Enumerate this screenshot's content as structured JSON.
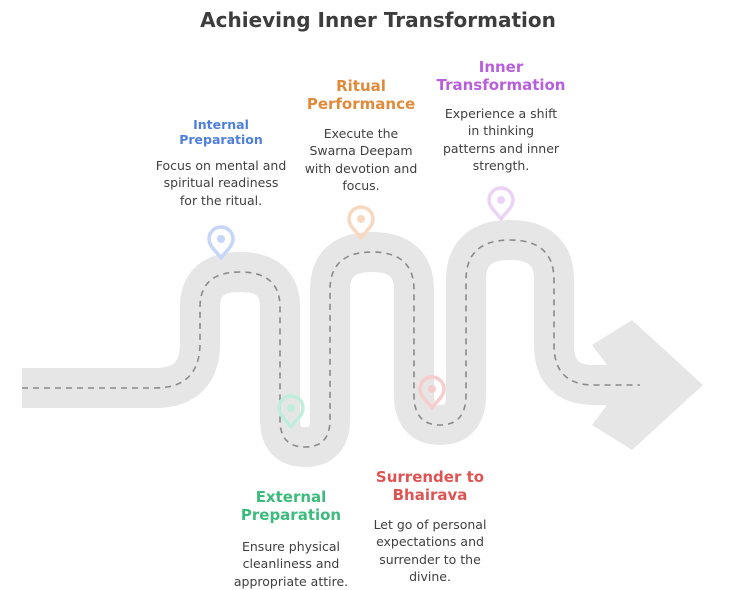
{
  "title": "Achieving Inner Transformation",
  "steps": [
    {
      "id": "internal",
      "heading_lines": [
        "Internal",
        "Preparation"
      ],
      "description_lines": [
        "Focus on mental and",
        "spiritual readiness",
        "for the ritual."
      ],
      "color": "#4f7fdc",
      "pin_color": "#c5d6f7"
    },
    {
      "id": "external",
      "heading_lines": [
        "External",
        "Preparation"
      ],
      "description_lines": [
        "Ensure physical",
        "cleanliness and",
        "appropriate attire."
      ],
      "color": "#3dbb7c",
      "pin_color": "#bfeedd"
    },
    {
      "id": "ritual",
      "heading_lines": [
        "Ritual",
        "Performance"
      ],
      "description_lines": [
        "Execute the",
        "Swarna Deepam",
        "with devotion and",
        "focus."
      ],
      "color": "#e08a3c",
      "pin_color": "#f8d8bf"
    },
    {
      "id": "surrender",
      "heading_lines": [
        "Surrender to",
        "Bhairava"
      ],
      "description_lines": [
        "Let go of personal",
        "expectations and",
        "surrender to the",
        "divine."
      ],
      "color": "#e05353",
      "pin_color": "#f6cccc"
    },
    {
      "id": "inner",
      "heading_lines": [
        "Inner",
        "Transformation"
      ],
      "description_lines": [
        "Experience a shift",
        "in thinking",
        "patterns and inner",
        "strength."
      ],
      "color": "#b85fdc",
      "pin_color": "#ecd3f6"
    }
  ],
  "colors": {
    "road": "#e6e6e6",
    "dash": "#8a8a8a",
    "title": "#3d3d3d"
  }
}
